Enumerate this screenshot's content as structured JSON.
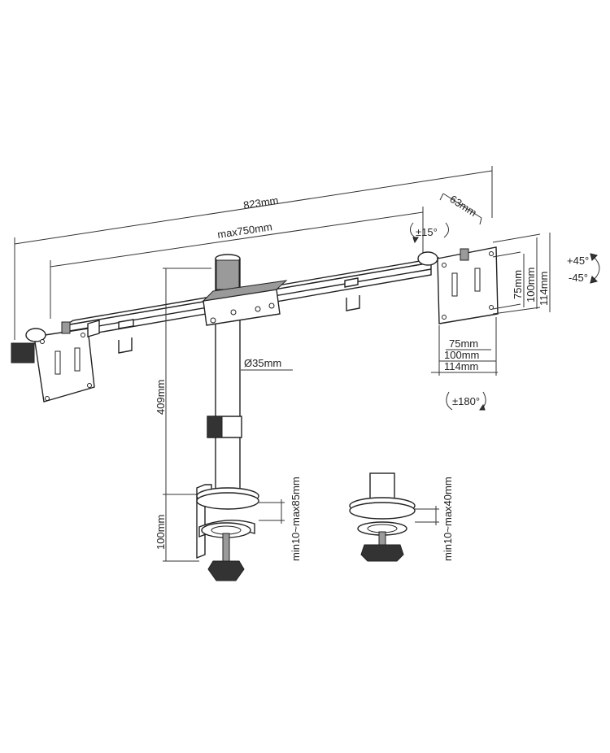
{
  "dimensions": {
    "overall_width": "823mm",
    "max_arm_width": "max750mm",
    "arm_depth": "63mm",
    "pole_diameter": "Ø35mm",
    "pole_height": "409mm",
    "clamp_height": "100mm",
    "clamp_range": "min10~max85mm",
    "grommet_range": "min10~max40mm",
    "vesa_75": "75mm",
    "vesa_100": "100mm",
    "vesa_114": "114mm"
  },
  "rotations": {
    "swivel": "±15°",
    "tilt_up": "+45°",
    "tilt_down": "-45°",
    "rotate": "±180°"
  },
  "colors": {
    "line": "#222222",
    "background": "#ffffff"
  }
}
